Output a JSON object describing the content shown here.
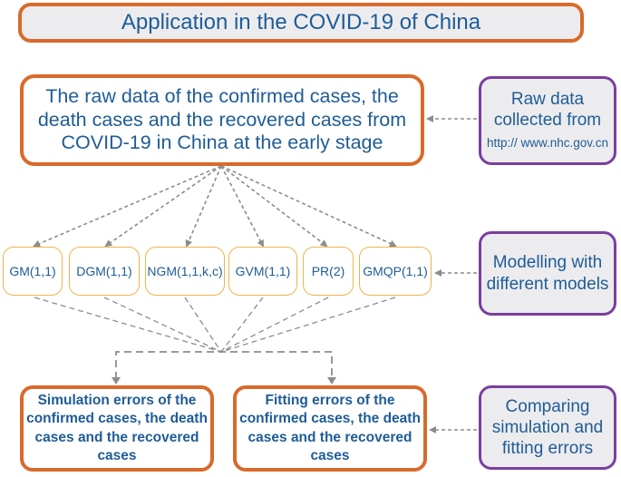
{
  "title": "Application in the COVID-19 of China",
  "raw_data_box": "The raw data of the confirmed cases, the death cases and the recovered cases from COVID-19 in China at the early stage",
  "side_notes": {
    "raw_source_prefix": "Raw data collected from",
    "raw_source_url": "http:// www.nhc.gov.cn",
    "modelling": "Modelling with different models",
    "comparing": "Comparing simulation and fitting errors"
  },
  "models": [
    "GM(1,1)",
    "DGM(1,1)",
    "NGM(1,1,k,c)",
    "GVM(1,1)",
    "PR(2)",
    "GMQP(1,1)"
  ],
  "results": {
    "simulation": "Simulation errors of the confirmed cases, the death cases and the recovered cases",
    "fitting": "Fitting errors of the confirmed cases, the death cases and the recovered cases"
  },
  "colors": {
    "orange_border": "#d86a2b",
    "purple_border": "#7a3f9e",
    "model_border": "#f0b44c",
    "text_blue": "#1f5c96",
    "arrow_gray": "#8c8c8c"
  }
}
